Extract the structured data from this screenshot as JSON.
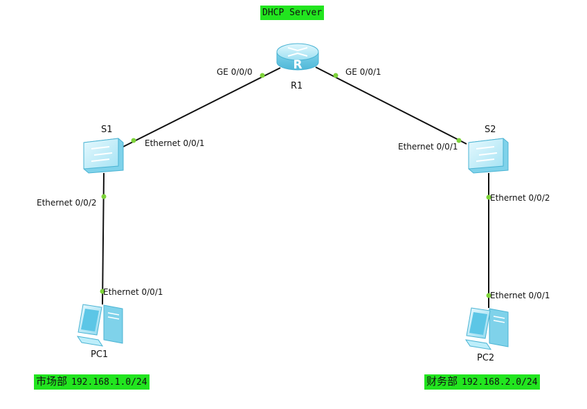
{
  "annotations": {
    "dhcp_server": "DHCP Server",
    "subnet_left": {
      "dept": "市场部",
      "subnet": "192.168.1.0/24"
    },
    "subnet_right": {
      "dept": "财务部",
      "subnet": "192.168.2.0/24"
    }
  },
  "devices": {
    "r1": {
      "label": "R1",
      "icon": "router-icon"
    },
    "s1": {
      "label": "S1",
      "icon": "switch-icon"
    },
    "s2": {
      "label": "S2",
      "icon": "switch-icon"
    },
    "pc1": {
      "label": "PC1",
      "icon": "pc-icon"
    },
    "pc2": {
      "label": "PC2",
      "icon": "pc-icon"
    }
  },
  "links": {
    "r1_s1": {
      "a_port": "GE 0/0/0",
      "b_port": "Ethernet 0/0/1"
    },
    "r1_s2": {
      "a_port": "GE 0/0/1",
      "b_port": "Ethernet 0/0/1"
    },
    "s1_pc1": {
      "a_port": "Ethernet 0/0/2",
      "b_port": "Ethernet 0/0/1"
    },
    "s2_pc2": {
      "a_port": "Ethernet 0/0/2",
      "b_port": "Ethernet 0/0/1"
    }
  },
  "colors": {
    "annotation_bg": "#22e51f",
    "port_dot": "#7dd339",
    "link": "#111111",
    "device_fill": "#a9e8f6",
    "device_stroke": "#49b3d3"
  }
}
